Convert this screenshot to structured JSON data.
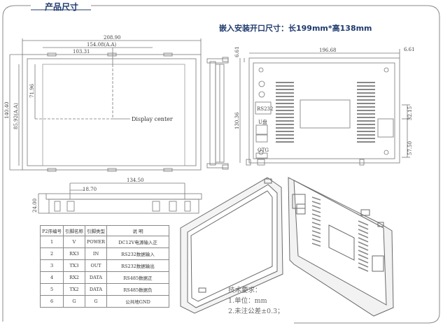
{
  "page": {
    "title": "产品尺寸",
    "cutout_spec": "嵌入安装开口尺寸：长199mm*高138mm"
  },
  "front_view": {
    "dim_overall_width": "208.90",
    "dim_aa_width": "154.08(A.A)",
    "dim_half_width": "103.31",
    "dim_overall_height": "140.40",
    "dim_aa_height": "85.92(A.A)",
    "dim_half_height": "71.96",
    "display_center_label": "Display center"
  },
  "side_view": {
    "dim_depth": "6.61"
  },
  "back_view": {
    "dim_width": "196.68",
    "dim_offset": "6.61",
    "dim_height": "130.36",
    "dim_right_a": "32.15",
    "dim_right_b": "57.50",
    "label_rs232": "RS232",
    "label_udisk": "U盘",
    "label_otg": "OTG"
  },
  "bottom_view": {
    "dim_width": "134.50",
    "dim_height": "24.00",
    "dim_offset": "18.70"
  },
  "pin_table": {
    "headers": [
      "P2序编号",
      "引脚名称",
      "引脚类型",
      "说  明"
    ],
    "rows": [
      [
        "1",
        "V",
        "POWER",
        "DC12V电源输入正"
      ],
      [
        "2",
        "RX3",
        "IN",
        "RS232数据输入"
      ],
      [
        "3",
        "TX3",
        "OUT",
        "RS232数据输出"
      ],
      [
        "4",
        "RX2",
        "DATA",
        "RS485数据正"
      ],
      [
        "5",
        "TX2",
        "DATA",
        "RS485数据负"
      ],
      [
        "6",
        "G",
        "G",
        "公共地GND"
      ]
    ]
  },
  "notes": {
    "heading": "技术要求：",
    "line1": "1.单位：mm",
    "line2": "2.未注公差±0.3；"
  }
}
